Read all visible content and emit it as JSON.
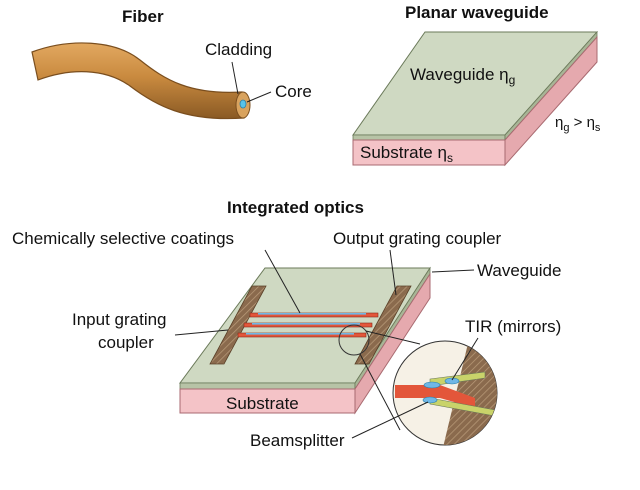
{
  "colors": {
    "fiber": "#c98a3f",
    "fiber_dark": "#8a5a24",
    "core": "#58c3ea",
    "waveguide_top": "#cfd9c2",
    "waveguide_side": "#b7c3a6",
    "substrate": "#f4c3c7",
    "substrate_side": "#e5a9ae",
    "grating": "#8a6a4d",
    "red_guide": "#e3563a",
    "blue": "#6fb7e6"
  },
  "fiber": {
    "title": "Fiber",
    "cladding_label": "Cladding",
    "core_label": "Core"
  },
  "planar": {
    "title": "Planar waveguide",
    "waveguide_label": "Waveguide η",
    "waveguide_sub": "g",
    "substrate_label": "Substrate η",
    "substrate_sub": "s",
    "relation_a": "η",
    "relation_a_sub": "g",
    "relation_mid": " > η",
    "relation_b_sub": "s"
  },
  "integrated": {
    "title": "Integrated optics",
    "coatings_label": "Chemically selective coatings",
    "output_label": "Output grating coupler",
    "waveguide_label": "Waveguide",
    "input_label_1": "Input grating",
    "input_label_2": "coupler",
    "tir_label": "TIR (mirrors)",
    "substrate_label": "Substrate",
    "beamsplitter_label": "Beamsplitter"
  }
}
